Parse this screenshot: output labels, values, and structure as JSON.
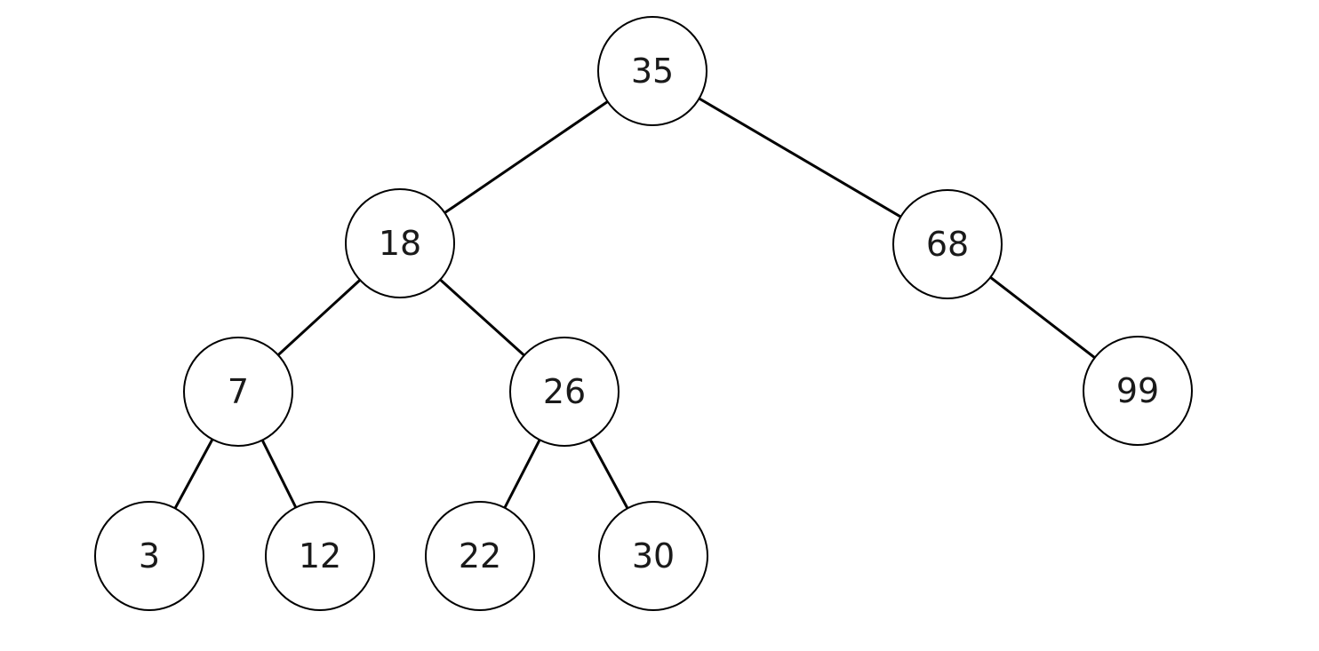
{
  "diagram": {
    "type": "binary-search-tree",
    "node_color": "#ffffff",
    "stroke_color": "#000000",
    "text_color": "#1a1a1a",
    "nodes": {
      "n35": {
        "value": "35",
        "level": 1
      },
      "n18": {
        "value": "18",
        "level": 2
      },
      "n68": {
        "value": "68",
        "level": 2
      },
      "n7": {
        "value": "7",
        "level": 3
      },
      "n26": {
        "value": "26",
        "level": 3
      },
      "n99": {
        "value": "99",
        "level": 3
      },
      "n3": {
        "value": "3",
        "level": 4
      },
      "n12": {
        "value": "12",
        "level": 4
      },
      "n22": {
        "value": "22",
        "level": 4
      },
      "n30": {
        "value": "30",
        "level": 4
      }
    },
    "edges": [
      {
        "from": "35",
        "to": "18",
        "side": "left"
      },
      {
        "from": "35",
        "to": "68",
        "side": "right"
      },
      {
        "from": "18",
        "to": "7",
        "side": "left"
      },
      {
        "from": "18",
        "to": "26",
        "side": "right"
      },
      {
        "from": "68",
        "to": "99",
        "side": "right"
      },
      {
        "from": "7",
        "to": "3",
        "side": "left"
      },
      {
        "from": "7",
        "to": "12",
        "side": "right"
      },
      {
        "from": "26",
        "to": "22",
        "side": "left"
      },
      {
        "from": "26",
        "to": "30",
        "side": "right"
      }
    ]
  }
}
